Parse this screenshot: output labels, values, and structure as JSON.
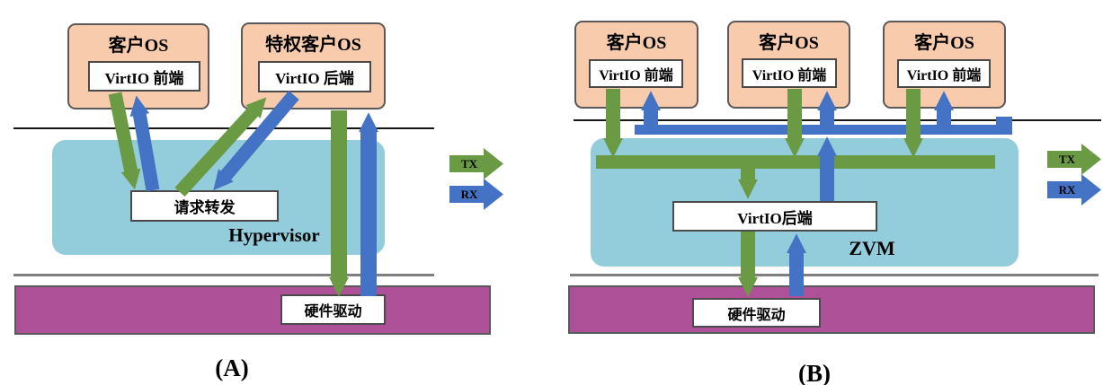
{
  "colors": {
    "box_fill": "#F8CBAD",
    "hypervisor_fill": "#93CDDC",
    "hardware_fill": "#AF5199",
    "tx_green": "#6A9A43",
    "rx_blue": "#4472C4"
  },
  "diagram_a": {
    "label": "(A)",
    "guest_os": {
      "title": "客户OS",
      "module": "VirtIO 前端"
    },
    "privileged_guest_os": {
      "title": "特权客户OS",
      "module": "VirtIO 后端"
    },
    "hypervisor_label": "Hypervisor",
    "request_forwarding": "请求转发",
    "hardware_driver": "硬件驱动",
    "legend": {
      "tx": "TX",
      "rx": "RX"
    }
  },
  "diagram_b": {
    "label": "(B)",
    "guests": [
      {
        "title": "客户OS",
        "module": "VirtIO 前端"
      },
      {
        "title": "客户OS",
        "module": "VirtIO 前端"
      },
      {
        "title": "客户OS",
        "module": "VirtIO 前端"
      }
    ],
    "zvm_label": "ZVM",
    "virtio_backend": "VirtIO后端",
    "hardware_driver": "硬件驱动",
    "legend": {
      "tx": "TX",
      "rx": "RX"
    }
  }
}
